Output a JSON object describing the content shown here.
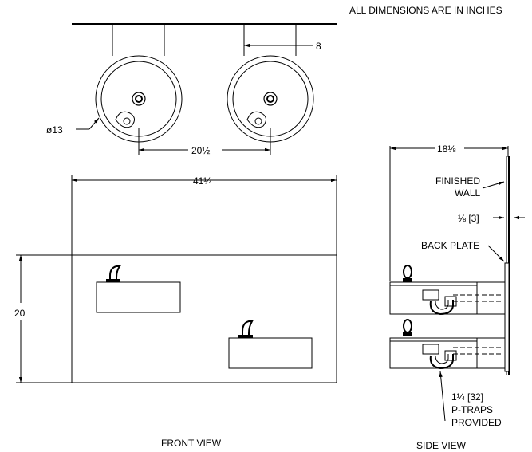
{
  "note": "ALL DIMENSIONS ARE IN INCHES",
  "top_view": {
    "dim_spacing": "8",
    "dim_diameter": "ø13",
    "dim_center": "20½"
  },
  "front_view": {
    "title": "FRONT VIEW",
    "dim_width": "41¼",
    "dim_height": "20"
  },
  "side_view": {
    "title": "SIDE VIEW",
    "dim_depth": "18⅛",
    "finished_wall_1": "FINISHED",
    "finished_wall_2": "WALL",
    "dim_gap": "⅛ [3]",
    "back_plate": "BACK PLATE",
    "ptrap_1": "1¼ [32]",
    "ptrap_2": "P-TRAPS",
    "ptrap_3": "PROVIDED"
  }
}
